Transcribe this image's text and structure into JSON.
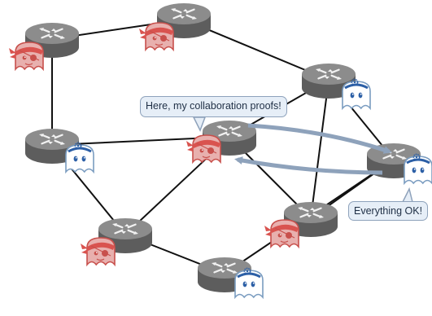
{
  "diagram": {
    "bubbles": {
      "proof_text": "Here, my collaboration proofs!",
      "ok_text": "Everything OK!"
    },
    "colors": {
      "link": "#111111",
      "router_top": "#8c8c8c",
      "router_side": "#5d5d5d",
      "router_glyph": "#f2f2f2",
      "good_ghost_fill": "#ffffff",
      "good_ghost_stroke": "#7a9cc0",
      "good_ghost_accent": "#2c5fa6",
      "pirate_ghost_fill": "#e8b0ae",
      "pirate_ghost_stroke": "#c8504c",
      "pirate_bandana": "#d9534f",
      "exchange_arrow": "#8ea2bb",
      "bubble_fill": "#e6eef7",
      "bubble_border": "#8ea2bb"
    },
    "nodes": [
      {
        "name": "router-top-left",
        "ghost": "pirate"
      },
      {
        "name": "router-top-center",
        "ghost": "pirate"
      },
      {
        "name": "router-right-upper",
        "ghost": "good"
      },
      {
        "name": "router-left-mid",
        "ghost": "good"
      },
      {
        "name": "router-center",
        "ghost": "pirate"
      },
      {
        "name": "router-right-mid",
        "ghost": "good"
      },
      {
        "name": "router-right-lower",
        "ghost": "pirate"
      },
      {
        "name": "router-bottom-left",
        "ghost": "pirate"
      },
      {
        "name": "router-bottom-center",
        "ghost": "good"
      }
    ],
    "links": [
      [
        "router-top-left",
        "router-top-center"
      ],
      [
        "router-top-left",
        "router-left-mid"
      ],
      [
        "router-top-center",
        "router-right-upper"
      ],
      [
        "router-right-upper",
        "router-center"
      ],
      [
        "router-right-upper",
        "router-right-mid"
      ],
      [
        "router-right-upper",
        "router-right-lower"
      ],
      [
        "router-left-mid",
        "router-center"
      ],
      [
        "router-left-mid",
        "router-bottom-left"
      ],
      [
        "router-center",
        "router-bottom-left"
      ],
      [
        "router-center",
        "router-right-lower"
      ],
      [
        "router-right-mid",
        "router-right-lower"
      ],
      [
        "router-right-mid",
        "router-bottom-center"
      ],
      [
        "router-bottom-left",
        "router-bottom-center"
      ]
    ]
  }
}
